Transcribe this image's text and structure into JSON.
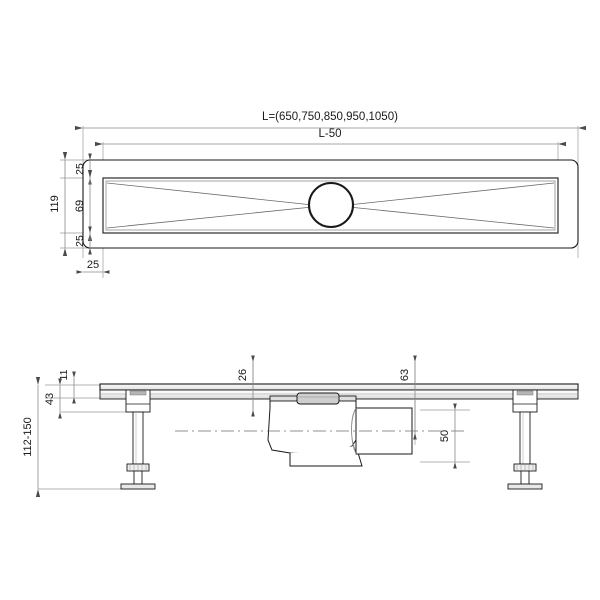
{
  "drawing": {
    "title": "Linear shower drain channel – technical drawing",
    "units": "mm",
    "line_color": "#1a1a1a",
    "dim_line_color": "#8a8a8a",
    "hidden_line_color": "#6e6e6e",
    "fill_color": "#ffffff"
  },
  "top_view": {
    "name": "plan-view",
    "overall_length_label": "L=(650,750,850,950,1050)",
    "grate_length_label": "L-50",
    "overall_width_label": "119",
    "edge_top_label": "25",
    "grate_width_label": "69",
    "edge_bottom_label": "25",
    "end_offset_label": "25",
    "drain_hole": {
      "name": "drain-outlet-circle",
      "label": ""
    }
  },
  "section_view": {
    "name": "section-view",
    "flange_thickness_label": "11",
    "body_height_label": "43",
    "adjustable_height_label": "112-150",
    "outlet_offset_left_label": "26",
    "outlet_center_label": "63",
    "outlet_diameter_label": "50"
  },
  "dimensions_list": [
    {
      "label": "L=(650,750,850,950,1050)",
      "kind": "overall-length"
    },
    {
      "label": "L-50",
      "kind": "grate-length"
    },
    {
      "label": "119",
      "kind": "overall-width"
    },
    {
      "label": "25",
      "kind": "flange-top"
    },
    {
      "label": "69",
      "kind": "grate-width"
    },
    {
      "label": "25",
      "kind": "flange-bottom"
    },
    {
      "label": "25",
      "kind": "end-offset"
    },
    {
      "label": "11",
      "kind": "flange-thickness"
    },
    {
      "label": "43",
      "kind": "body-depth"
    },
    {
      "label": "112-150",
      "kind": "adjustable-height"
    },
    {
      "label": "26",
      "kind": "outlet-offset"
    },
    {
      "label": "63",
      "kind": "outlet-center-height"
    },
    {
      "label": "50",
      "kind": "outlet-diameter"
    }
  ]
}
